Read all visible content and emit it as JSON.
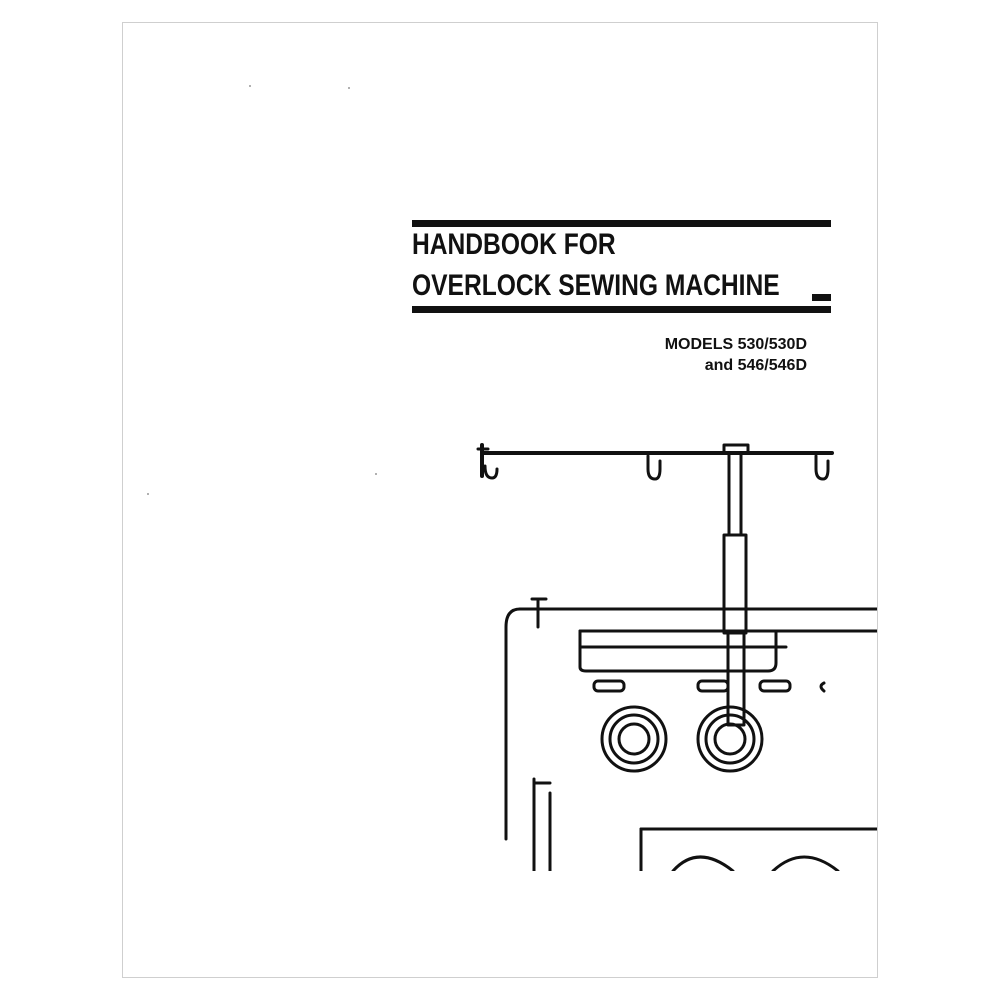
{
  "document": {
    "title_line_1": "HANDBOOK FOR",
    "title_line_2": "OVERLOCK SEWING MACHINE",
    "models_line_1": "MODELS 530/530D",
    "models_line_2": "and 546/546D"
  },
  "illustration": {
    "subject": "overlock sewing machine line drawing",
    "icon": "sewing-machine-icon"
  },
  "colors": {
    "ink": "#111111",
    "page": "#ffffff",
    "border": "#cfcfcf"
  }
}
